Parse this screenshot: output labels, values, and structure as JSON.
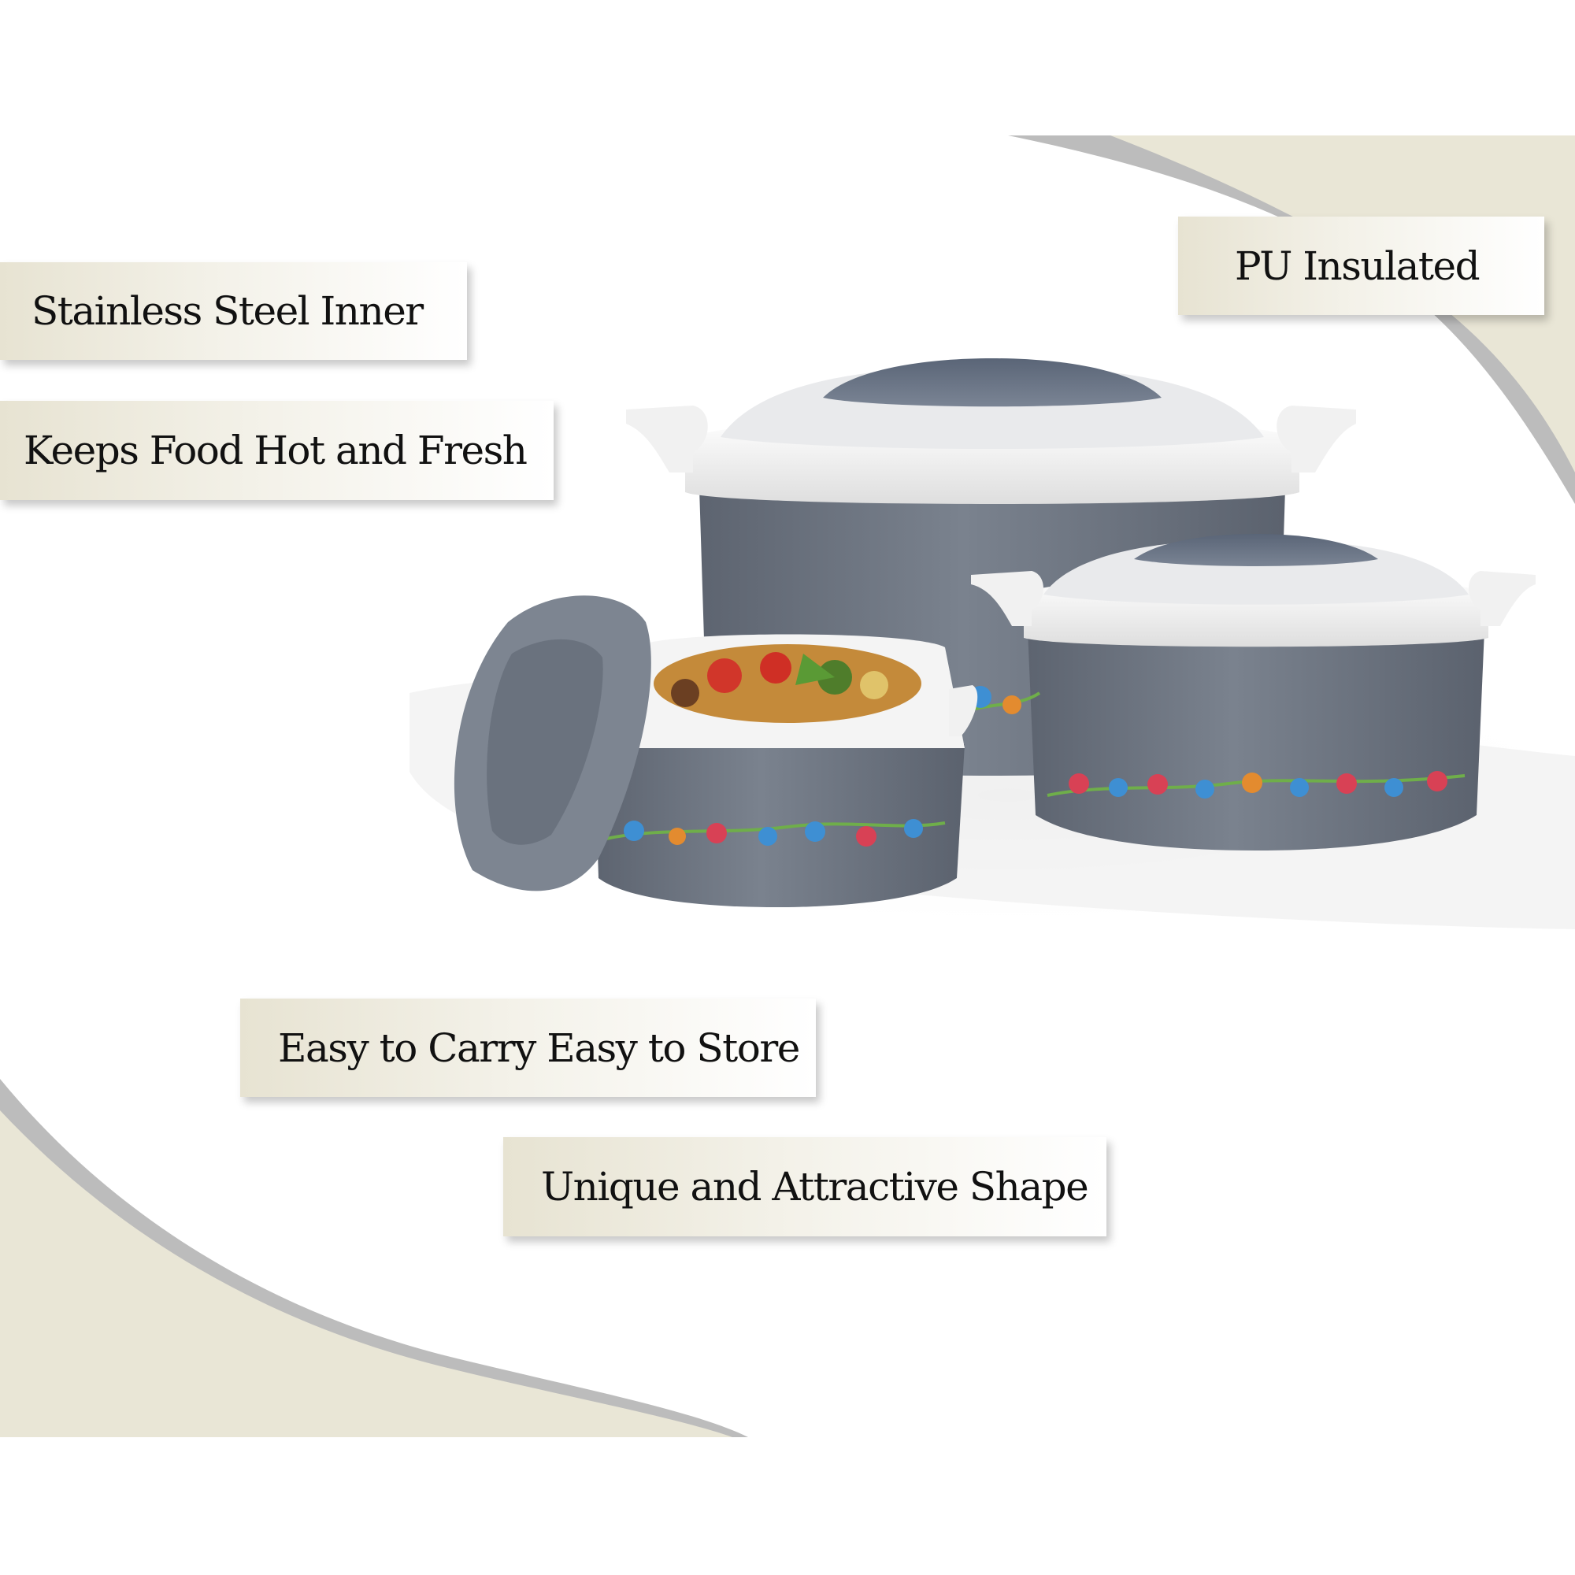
{
  "features": {
    "stainless": "Stainless Steel Inner",
    "hot_fresh": "Keeps Food Hot and Fresh",
    "pu": "PU Insulated",
    "carry": "Easy to Carry Easy to Store",
    "shape": "Unique and Attractive Shape"
  },
  "colors": {
    "casserole_body": "#6f7784",
    "casserole_lid": "#5f6a7c",
    "rim_white": "#f4f4f4",
    "swoosh_grey": "#b9b9b9",
    "swoosh_cream": "#e9e6d6",
    "label_cream": "#e7e3d2"
  },
  "icons": {
    "decor": "floral-band"
  }
}
